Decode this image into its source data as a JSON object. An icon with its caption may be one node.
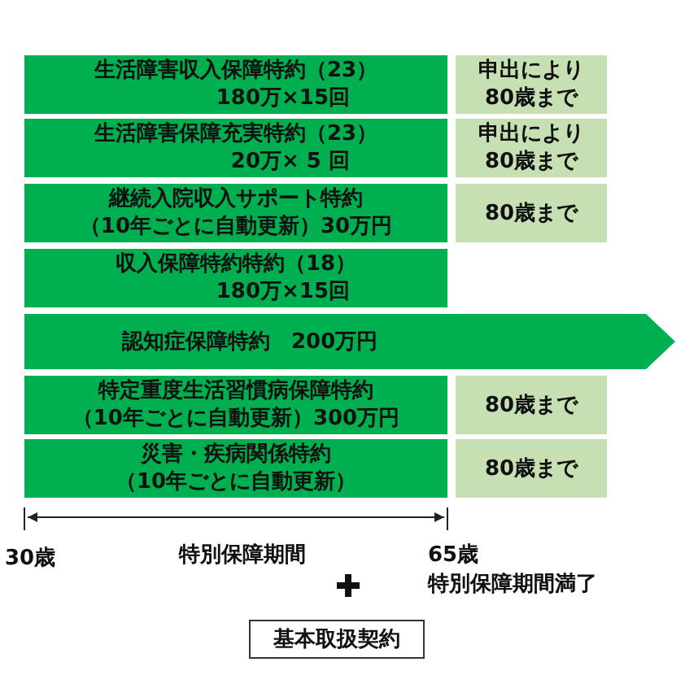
{
  "diagram": {
    "nodes": [
      {
        "text": [
          "生活障害収入保障特約（23）",
          "180万×15回"
        ]
      },
      {
        "text": [
          "申出により80歳まで"
        ]
      },
      {
        "text": [
          "生活障害保障充実特約（23）",
          "20万× 5 回"
        ]
      },
      {
        "text": [
          "申出により80歳まで"
        ]
      },
      {
        "text": [
          "継続入院収入サポート特約",
          "（10年ごとに自動更新）30万円"
        ]
      },
      {
        "text": [
          "80歳まで"
        ]
      },
      {
        "text": [
          "収入保障特約特約（18）",
          "180万×15回"
        ]
      },
      {
        "text": [
          "認知症保障特約　200万円"
        ]
      },
      {
        "text": [
          "特定重度生活習慣病保障特約",
          "（10年ごとに自動更新）300万円"
        ]
      },
      {
        "text": [
          "80歳まで"
        ]
      },
      {
        "text": [
          "災害・疾病関係特約",
          "（10年ごとに自動更新）"
        ]
      },
      {
        "text": [
          "80歳まで"
        ]
      },
      {
        "text": [
          "基本取扱契約"
        ]
      }
    ],
    "labels": [
      "30歳",
      "特別保障期間",
      "65歳",
      "特別保障期間満了"
    ]
  }
}
